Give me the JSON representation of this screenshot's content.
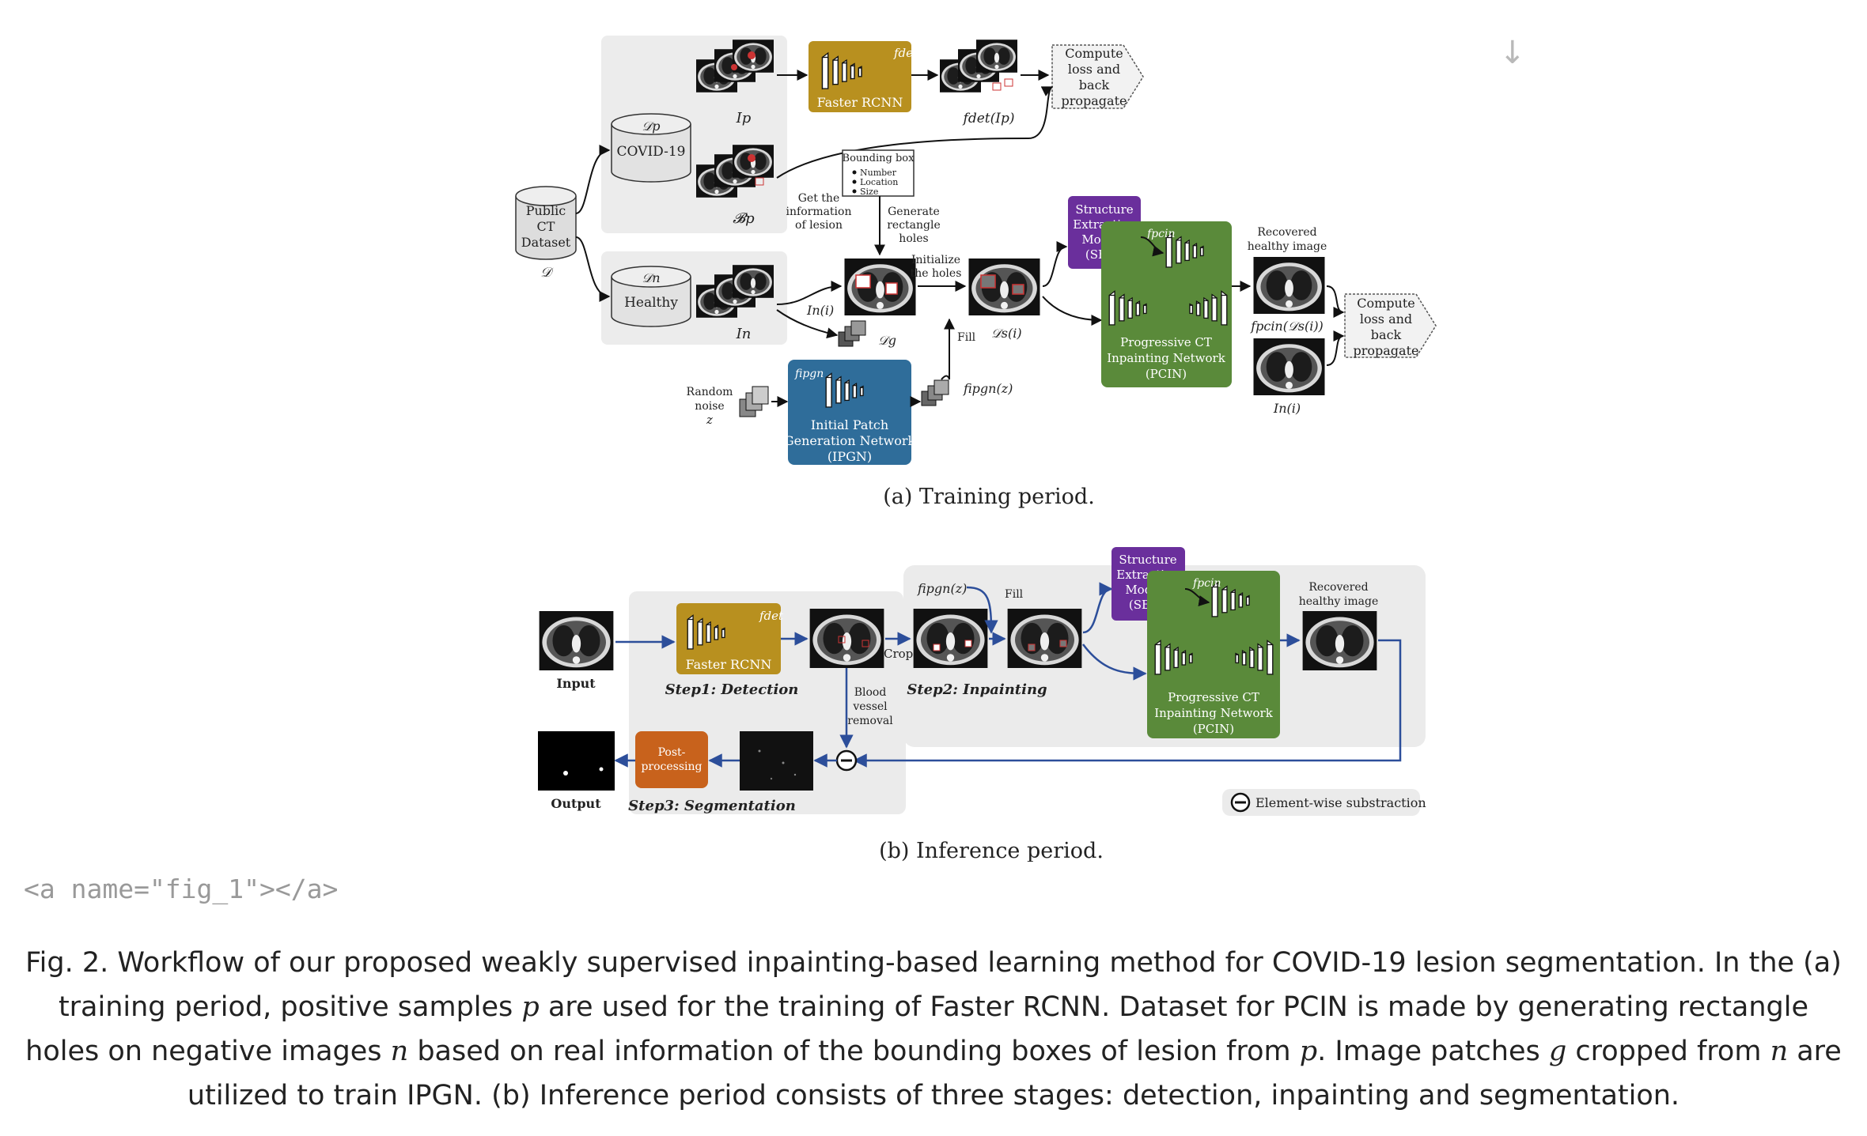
{
  "scroll_arrow": "↓",
  "anchor_html": "<a name=\"fig_1\"></a>",
  "caption": {
    "part1": "Fig. 2. Workflow of our proposed weakly supervised inpainting-based learning method for COVID-19 lesion segmentation. In the (a) training period, positive samples ",
    "p": "p",
    "part2": " are used for the training of Faster RCNN. Dataset for PCIN is made by generating rectangle holes on negative images ",
    "n": "n",
    "part3": " based on real information of the bounding boxes of lesion from ",
    "p2": "p",
    "part4": ". Image patches ",
    "g": "g",
    "part5": " cropped from ",
    "n2": "n",
    "part6": " are utilized to train IPGN. (b) Inference period consists of three stages: detection, inpainting and segmentation."
  },
  "training": {
    "subcaption": "(a)  Training period.",
    "public": [
      "Public",
      "CT",
      "Dataset"
    ],
    "public_sym": "𝒟",
    "dp_sym": "𝒟p",
    "dp_label": "COVID-19",
    "dn_sym": "𝒟n",
    "dn_label": "Healthy",
    "ip": "Ip",
    "bp": "𝓑p",
    "in": "In",
    "fdet": "fdet",
    "faster_rcnn": "Faster RCNN",
    "fdet_ip": "fdet(Ip)",
    "compute1": [
      "Compute",
      "loss and",
      "back",
      "propagate"
    ],
    "bbox_title": "Bounding box",
    "bbox_items": [
      "Number",
      "Location",
      "Size"
    ],
    "get_info": [
      "Get the",
      "information",
      "of lesion"
    ],
    "gen_holes": [
      "Generate",
      "rectangle",
      "holes"
    ],
    "init_holes": [
      "Initialize",
      "the holes"
    ],
    "in_i": "In(i)",
    "dg": "𝒟g",
    "ds": "𝒟s(i)",
    "fill": "Fill",
    "sem": [
      "Structure",
      "Extraction",
      "Module",
      "(SEM)"
    ],
    "fpcin": "fpcin",
    "pcin": [
      "Progressive CT",
      "Inpainting Network",
      "(PCIN)"
    ],
    "recovered": [
      "Recovered",
      "healthy image"
    ],
    "fpcin_ds": "fpcin(𝒟s(i))",
    "in_i2": "In(i)",
    "compute2": [
      "Compute",
      "loss and",
      "back",
      "propagate"
    ],
    "noise": [
      "Random",
      "noise",
      "z"
    ],
    "fipgn": "fipgn",
    "ipgn": [
      "Initial Patch",
      "Generation Network",
      "(IPGN)"
    ],
    "fipgn_z": "fipgn(z)"
  },
  "inference": {
    "subcaption": "(b)  Inference period.",
    "input": "Input",
    "fdet": "fdet",
    "faster_rcnn": "Faster RCNN",
    "step1": "Step1: Detection",
    "crop": "Crop",
    "fipgn_z": "fipgn(z)",
    "fill": "Fill",
    "sem": [
      "Structure",
      "Extraction",
      "Module",
      "(SEM)"
    ],
    "fpcin": "fpcin",
    "pcin": [
      "Progressive CT",
      "Inpainting Network",
      "(PCIN)"
    ],
    "recovered": [
      "Recovered",
      "healthy image"
    ],
    "step2": "Step2: Inpainting",
    "vessel": [
      "Blood",
      "vessel",
      "removal"
    ],
    "post": [
      "Post-",
      "processing"
    ],
    "output": "Output",
    "step3": "Step3: Segmentation",
    "legend": "Element-wise substraction"
  },
  "colors": {
    "fdet": "#b8901f",
    "sem": "#6a2f9c",
    "pcin": "#5a8a3a",
    "ipgn": "#2f6d9a",
    "post": "#c8621c",
    "flow": "#2c4e9a"
  }
}
